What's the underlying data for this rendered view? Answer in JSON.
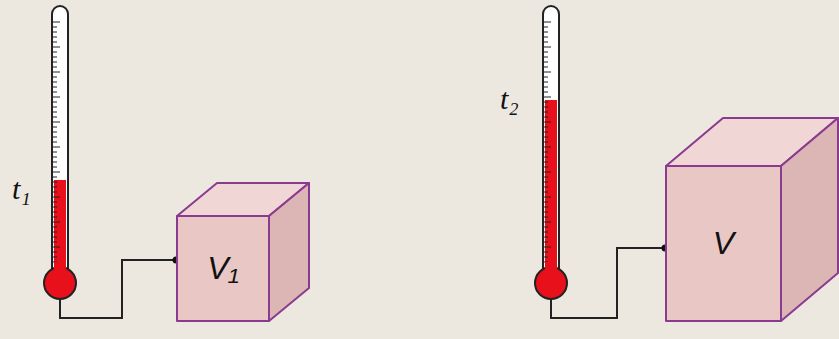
{
  "diagram": {
    "nodes": [
      {
        "text": [
          "V₁"
        ]
      },
      {
        "text": [
          "V"
        ]
      }
    ],
    "labels": [
      "t₁",
      "t₂"
    ]
  }
}
